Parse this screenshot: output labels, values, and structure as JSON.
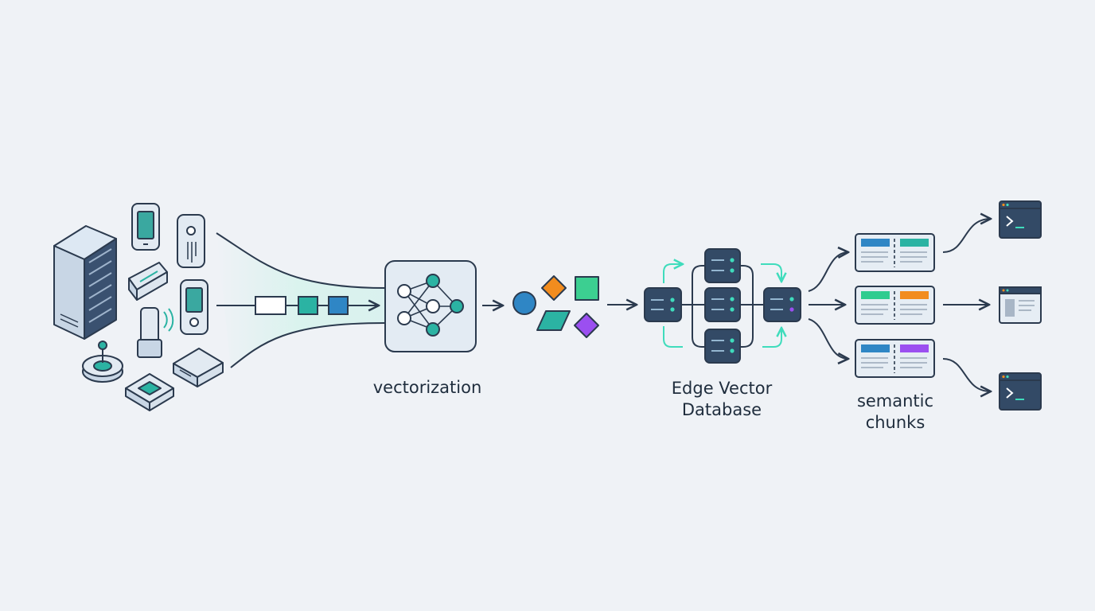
{
  "labels": {
    "vectorization": "vectorization",
    "database_line1": "Edge Vector",
    "database_line2": "Database",
    "chunks_line1": "semantic",
    "chunks_line2": "chunks"
  },
  "colors": {
    "background": "#eff2f6",
    "stroke": "#2b3a4e",
    "navy": "#334a66",
    "teal": "#2bb3a3",
    "blue": "#2f86c5",
    "orange": "#f28c1e",
    "green": "#3ccf91",
    "purple": "#9b4ff0",
    "mint": "#3fdcbc"
  },
  "icons": {
    "sources": [
      "server-rack-icon",
      "smartphone-icon",
      "security-camera-icon",
      "keypad-icon",
      "sensor-device-icon",
      "wireless-sensor-icon",
      "smart-hub-icon",
      "router-icon",
      "edge-box-icon"
    ],
    "model": "neural-network-icon",
    "embeddings": [
      "circle-shape-icon",
      "diamond-shape-icon",
      "square-shape-icon",
      "parallelogram-shape-icon",
      "purple-diamond-icon"
    ],
    "database": "database-node-icon",
    "chunks": "chunk-card-icon",
    "outputs": [
      "terminal-window-icon",
      "browser-window-icon",
      "terminal-window-icon"
    ]
  }
}
